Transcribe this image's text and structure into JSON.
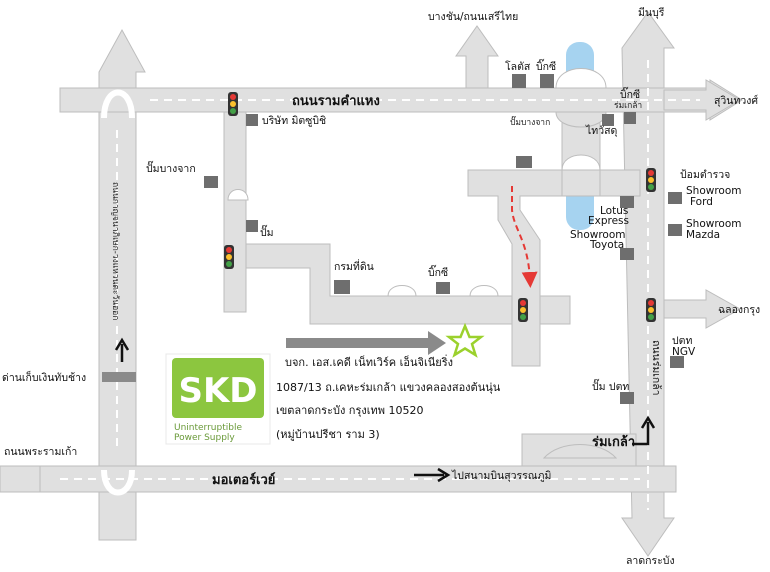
{
  "roads": {
    "ramkhamhaeng": "ถนนรามคำแหง",
    "motorway": "มอเตอร์เวย์",
    "phra_ram_9_west": "ถนนพระรามเก้า",
    "rom_klao": "ร่มเกล้า",
    "rom_klao_road_vertical": "ถนนร่มเกล้า",
    "kanchanaphisek_vertical": "ถนนกาญจนาภิเษก-วงแหวนตะวันออก"
  },
  "directions": {
    "bang_kapi": "บางชัน/ถนนเสรีไทย",
    "min_buri": "มีนบุรี",
    "sukhumvit": "สุวินทวงศ์",
    "chalong_krung": "ฉลองกรุง",
    "lat_krabang": "ลาดกระบัง",
    "toll_booth": "ด่านเก็บเงินทับช้าง",
    "to_airport": "ไปสนามบินสุวรรณภูมิ"
  },
  "landmarks": {
    "lotus_top": "โลตัส",
    "big_c_top": "บิ๊กซี",
    "big_c_romklao": "บิ๊กซี",
    "big_c_romklao_sub": "ร่มเกล้า",
    "bridge": "ไทวัสดุ",
    "bangchak_top": "ปั๊มบางจาก",
    "company_mitsu": "บริษัท มิตซูบิชิ",
    "bangchak_left": "ปั๊มบางจาก",
    "pump": "ปั๊ม",
    "land_dept": "กรมที่ดิน",
    "big_c_mid": "บิ๊กซี",
    "police_box": "ป้อมตำรวจ",
    "showroom_ford_1": "Showroom",
    "showroom_ford_2": "Ford",
    "lotus_express_1": "Lotus",
    "lotus_express_2": "Express",
    "showroom_toyota_1": "Showroom",
    "showroom_toyota_2": "Toyota",
    "showroom_mazda_1": "Showroom",
    "showroom_mazda_2": "Mazda",
    "ptt_ngv_1": "ปตท",
    "ptt_ngv_2": "NGV",
    "pump_ptt": "ปั๊ม ปตท"
  },
  "company": {
    "logo_letters": "SKD",
    "logo_tag_1": "Uninterruptible",
    "logo_tag_2": "Power Supply",
    "name": "บจก. เอส.เคดี เน็ทเวิร์ค เอ็นจิเนียริ่ง",
    "address_1": "1087/13 ถ.เคหะร่มเกล้า แขวงคลองสองต้นนุ่น",
    "address_2": "เขตลาดกระบัง กรุงเทพ 10520",
    "address_3": "(หมู่บ้านปรีชา ราม 3)"
  },
  "colors": {
    "road": "#e0e0e0",
    "water": "#a6d3f0",
    "star": "#9bd12d",
    "logo_green": "#8cc63f",
    "route_arrow": "#e53935"
  }
}
